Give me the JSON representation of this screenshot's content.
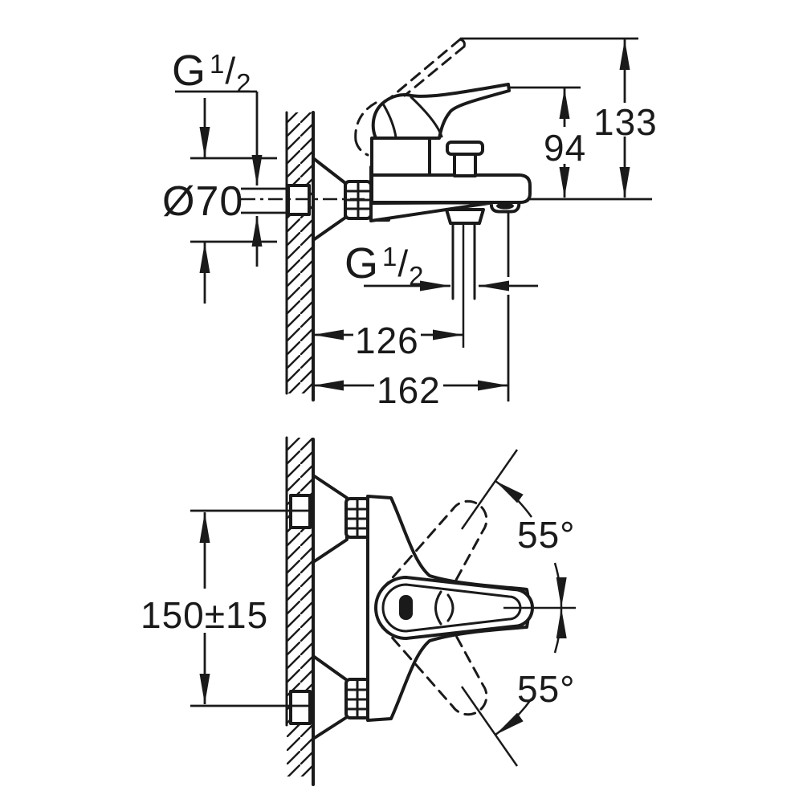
{
  "ink_color": "#1a1a1a",
  "side_view": {
    "wall_thread_label": {
      "prefix": "G",
      "numerator": "1",
      "separator": "/",
      "denominator": "2"
    },
    "escutcheon_diameter_label": "Ø70",
    "handle_tip_height_label": "94",
    "overall_height_label": "133",
    "hose_thread_label": {
      "prefix": "G",
      "numerator": "1",
      "separator": "/",
      "denominator": "2"
    },
    "hose_offset_label": "126",
    "spout_projection_label": "162"
  },
  "plan_view": {
    "mounting_distance_label": "150±15",
    "handle_swing_upper_label": "55°",
    "handle_swing_lower_label": "55°"
  }
}
